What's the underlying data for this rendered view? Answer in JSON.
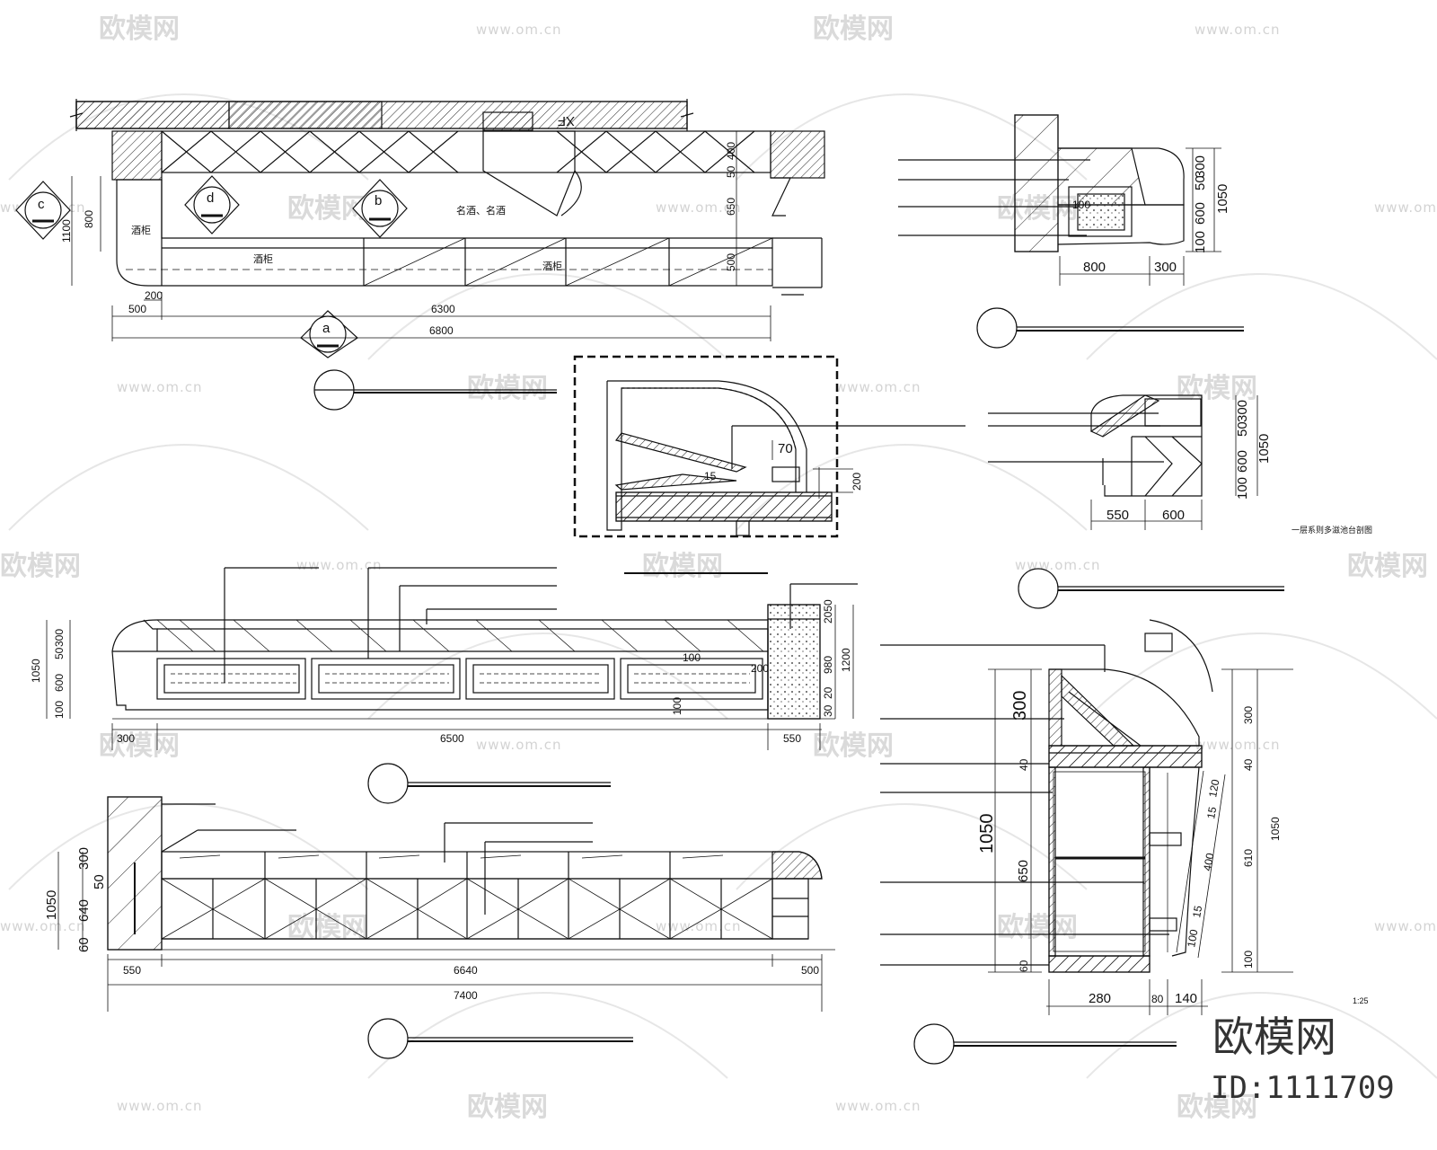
{
  "watermark": {
    "site": "www.om.cn",
    "logo": "欧模网"
  },
  "plan": {
    "section_tags": [
      "c",
      "d",
      "b",
      "a"
    ],
    "cabinet_labels": [
      "酒柜",
      "名酒、名酒",
      "酒柜",
      "酒柜"
    ],
    "flip_mark": "XF",
    "dims": {
      "overall": "6800",
      "body": "6300",
      "left_offset": "500",
      "corner": "200",
      "depth_a": "800",
      "depth_b": "1100",
      "top_a": "400",
      "top_b": "50",
      "top_c": "650",
      "top_d": "500"
    }
  },
  "section_small_a": {
    "dims": [
      "300",
      "50",
      "600",
      "100",
      "1050",
      "100",
      "800",
      "300"
    ]
  },
  "section_small_b": {
    "dims": [
      "300",
      "50",
      "600",
      "100",
      "1050",
      "550",
      "600"
    ],
    "caption": "一层系则多滋池台剖图"
  },
  "detail": {
    "dims": [
      "70",
      "15",
      "200"
    ]
  },
  "front_elev": {
    "dims": [
      "300",
      "50",
      "600",
      "100",
      "1050",
      "300",
      "6500",
      "550",
      "200",
      "2050",
      "980",
      "1200",
      "20",
      "30",
      "100",
      "100"
    ]
  },
  "rear_elev": {
    "dims": [
      "300",
      "50",
      "640",
      "60",
      "1050",
      "550",
      "6640",
      "500",
      "7400"
    ]
  },
  "big_section": {
    "dims_left": [
      "300",
      "40",
      "1050",
      "650",
      "60"
    ],
    "dims_right": [
      "300",
      "40",
      "610",
      "100",
      "1050"
    ],
    "dims_slope": [
      "120",
      "15",
      "400",
      "15",
      "100"
    ],
    "dims_bottom": [
      "280",
      "80",
      "140"
    ],
    "scale": "1:25"
  },
  "brand": {
    "name": "欧模网",
    "id": "ID:1111709"
  }
}
